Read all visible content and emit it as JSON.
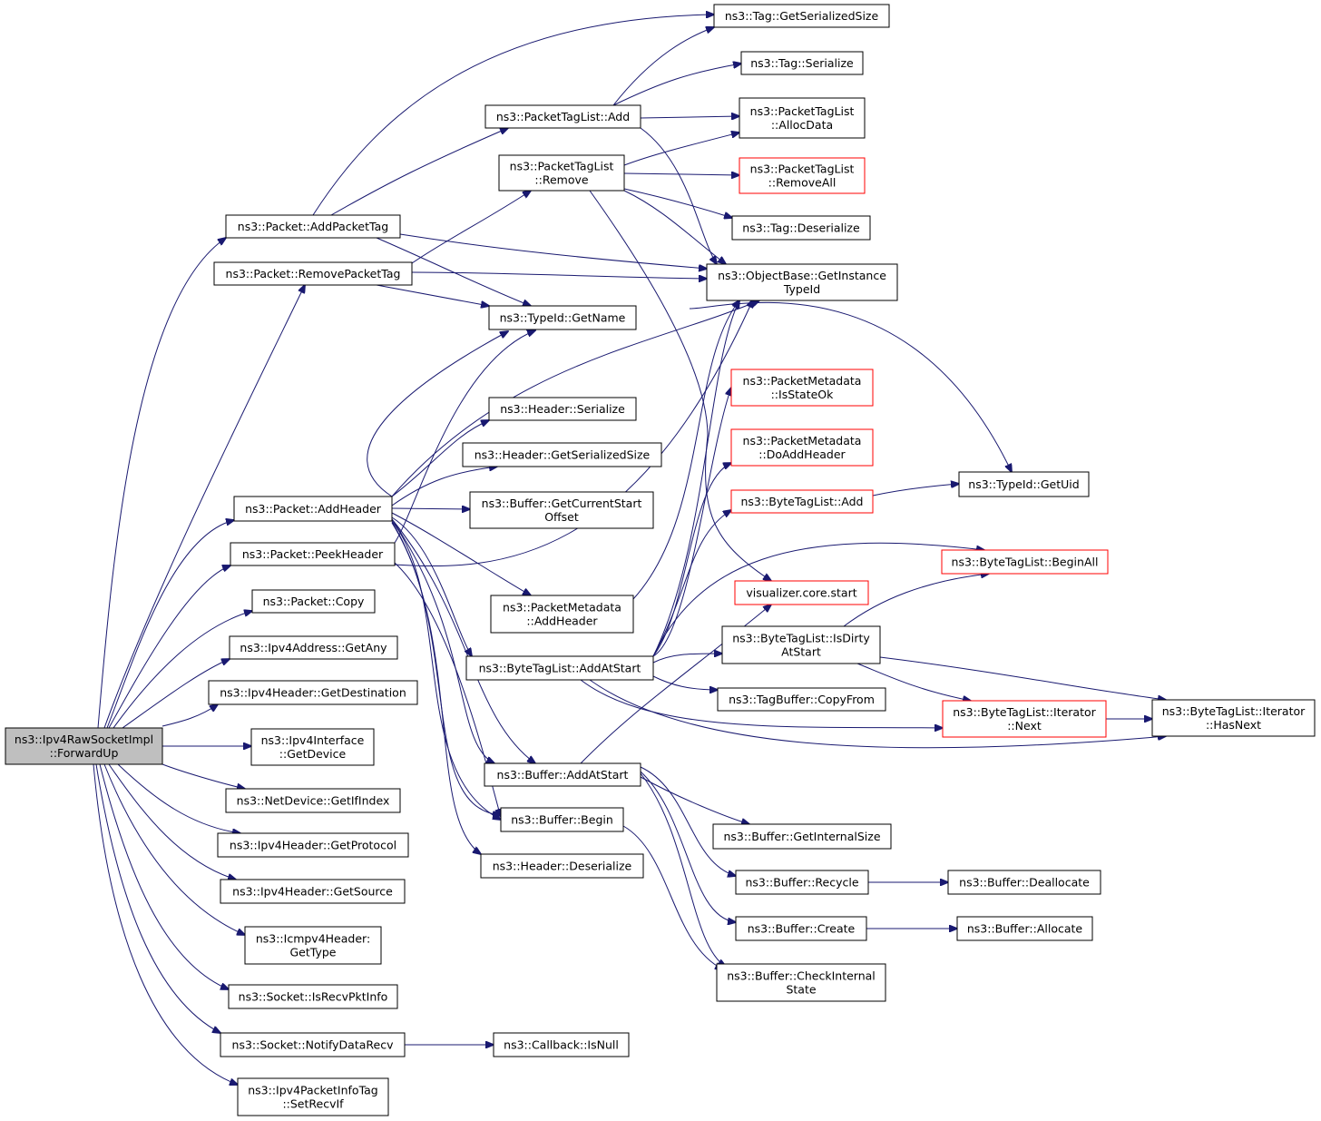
{
  "colors": {
    "edge": "#191970",
    "root_fill": "#bfbfbf",
    "red_border": "#ff0000"
  },
  "nodes": [
    {
      "id": "root",
      "lines": [
        "ns3::Ipv4RawSocketImpl",
        "::ForwardUp"
      ],
      "style": "root"
    },
    {
      "id": "tag_getser",
      "lines": [
        "ns3::Tag::GetSerializedSize"
      ],
      "style": "normal"
    },
    {
      "id": "tag_ser",
      "lines": [
        "ns3::Tag::Serialize"
      ],
      "style": "normal"
    },
    {
      "id": "ptl_add",
      "lines": [
        "ns3::PacketTagList::Add"
      ],
      "style": "normal"
    },
    {
      "id": "ptl_alloc",
      "lines": [
        "ns3::PacketTagList",
        "::AllocData"
      ],
      "style": "normal"
    },
    {
      "id": "ptl_remove",
      "lines": [
        "ns3::PacketTagList",
        "::Remove"
      ],
      "style": "normal"
    },
    {
      "id": "ptl_removeall",
      "lines": [
        "ns3::PacketTagList",
        "::RemoveAll"
      ],
      "style": "red"
    },
    {
      "id": "tag_deser",
      "lines": [
        "ns3::Tag::Deserialize"
      ],
      "style": "normal"
    },
    {
      "id": "p_addptag",
      "lines": [
        "ns3::Packet::AddPacketTag"
      ],
      "style": "normal"
    },
    {
      "id": "p_remptag",
      "lines": [
        "ns3::Packet::RemovePacketTag"
      ],
      "style": "normal"
    },
    {
      "id": "ob_getit",
      "lines": [
        "ns3::ObjectBase::GetInstance",
        "TypeId"
      ],
      "style": "normal"
    },
    {
      "id": "tid_getname",
      "lines": [
        "ns3::TypeId::GetName"
      ],
      "style": "normal"
    },
    {
      "id": "pm_isok",
      "lines": [
        "ns3::PacketMetadata",
        "::IsStateOk"
      ],
      "style": "red"
    },
    {
      "id": "hdr_ser",
      "lines": [
        "ns3::Header::Serialize"
      ],
      "style": "normal"
    },
    {
      "id": "pm_doadd",
      "lines": [
        "ns3::PacketMetadata",
        "::DoAddHeader"
      ],
      "style": "red"
    },
    {
      "id": "hdr_getser",
      "lines": [
        "ns3::Header::GetSerializedSize"
      ],
      "style": "normal"
    },
    {
      "id": "btl_add",
      "lines": [
        "ns3::ByteTagList::Add"
      ],
      "style": "red"
    },
    {
      "id": "tid_getuid",
      "lines": [
        "ns3::TypeId::GetUid"
      ],
      "style": "normal"
    },
    {
      "id": "p_addhdr",
      "lines": [
        "ns3::Packet::AddHeader"
      ],
      "style": "normal"
    },
    {
      "id": "buf_curstart",
      "lines": [
        "ns3::Buffer::GetCurrentStart",
        "Offset"
      ],
      "style": "normal"
    },
    {
      "id": "p_peekhdr",
      "lines": [
        "ns3::Packet::PeekHeader"
      ],
      "style": "normal"
    },
    {
      "id": "btl_beginall",
      "lines": [
        "ns3::ByteTagList::BeginAll"
      ],
      "style": "red"
    },
    {
      "id": "pm_addhdr",
      "lines": [
        "ns3::PacketMetadata",
        "::AddHeader"
      ],
      "style": "normal"
    },
    {
      "id": "viz_start",
      "lines": [
        "visualizer.core.start"
      ],
      "style": "red"
    },
    {
      "id": "p_copy",
      "lines": [
        "ns3::Packet::Copy"
      ],
      "style": "normal"
    },
    {
      "id": "btl_isdirty",
      "lines": [
        "ns3::ByteTagList::IsDirty",
        "AtStart"
      ],
      "style": "normal"
    },
    {
      "id": "ipv4a_any",
      "lines": [
        "ns3::Ipv4Address::GetAny"
      ],
      "style": "normal"
    },
    {
      "id": "btl_addatstart",
      "lines": [
        "ns3::ByteTagList::AddAtStart"
      ],
      "style": "normal"
    },
    {
      "id": "ipv4h_dest",
      "lines": [
        "ns3::Ipv4Header::GetDestination"
      ],
      "style": "normal"
    },
    {
      "id": "tb_copyfrom",
      "lines": [
        "ns3::TagBuffer::CopyFrom"
      ],
      "style": "normal"
    },
    {
      "id": "btl_it_next",
      "lines": [
        "ns3::ByteTagList::Iterator",
        "::Next"
      ],
      "style": "red"
    },
    {
      "id": "btl_it_hasnext",
      "lines": [
        "ns3::ByteTagList::Iterator",
        "::HasNext"
      ],
      "style": "normal"
    },
    {
      "id": "ipv4if_dev",
      "lines": [
        "ns3::Ipv4Interface",
        "::GetDevice"
      ],
      "style": "normal"
    },
    {
      "id": "buf_addatstart",
      "lines": [
        "ns3::Buffer::AddAtStart"
      ],
      "style": "normal"
    },
    {
      "id": "nd_ifindex",
      "lines": [
        "ns3::NetDevice::GetIfIndex"
      ],
      "style": "normal"
    },
    {
      "id": "buf_begin",
      "lines": [
        "ns3::Buffer::Begin"
      ],
      "style": "normal"
    },
    {
      "id": "buf_intsize",
      "lines": [
        "ns3::Buffer::GetInternalSize"
      ],
      "style": "normal"
    },
    {
      "id": "ipv4h_proto",
      "lines": [
        "ns3::Ipv4Header::GetProtocol"
      ],
      "style": "normal"
    },
    {
      "id": "hdr_deser",
      "lines": [
        "ns3::Header::Deserialize"
      ],
      "style": "normal"
    },
    {
      "id": "ipv4h_src",
      "lines": [
        "ns3::Ipv4Header::GetSource"
      ],
      "style": "normal"
    },
    {
      "id": "buf_recycle",
      "lines": [
        "ns3::Buffer::Recycle"
      ],
      "style": "normal"
    },
    {
      "id": "buf_dealloc",
      "lines": [
        "ns3::Buffer::Deallocate"
      ],
      "style": "normal"
    },
    {
      "id": "icmp_type",
      "lines": [
        "ns3::Icmpv4Header:",
        "GetType"
      ],
      "style": "normal"
    },
    {
      "id": "buf_create",
      "lines": [
        "ns3::Buffer::Create"
      ],
      "style": "normal"
    },
    {
      "id": "buf_alloc",
      "lines": [
        "ns3::Buffer::Allocate"
      ],
      "style": "normal"
    },
    {
      "id": "buf_checkint",
      "lines": [
        "ns3::Buffer::CheckInternal",
        "State"
      ],
      "style": "normal"
    },
    {
      "id": "sock_isrecv",
      "lines": [
        "ns3::Socket::IsRecvPktInfo"
      ],
      "style": "normal"
    },
    {
      "id": "sock_notify",
      "lines": [
        "ns3::Socket::NotifyDataRecv"
      ],
      "style": "normal"
    },
    {
      "id": "cb_isnull",
      "lines": [
        "ns3::Callback::IsNull"
      ],
      "style": "normal"
    },
    {
      "id": "ipv4pit_setrecvif",
      "lines": [
        "ns3::Ipv4PacketInfoTag",
        "::SetRecvIf"
      ],
      "style": "normal"
    }
  ]
}
